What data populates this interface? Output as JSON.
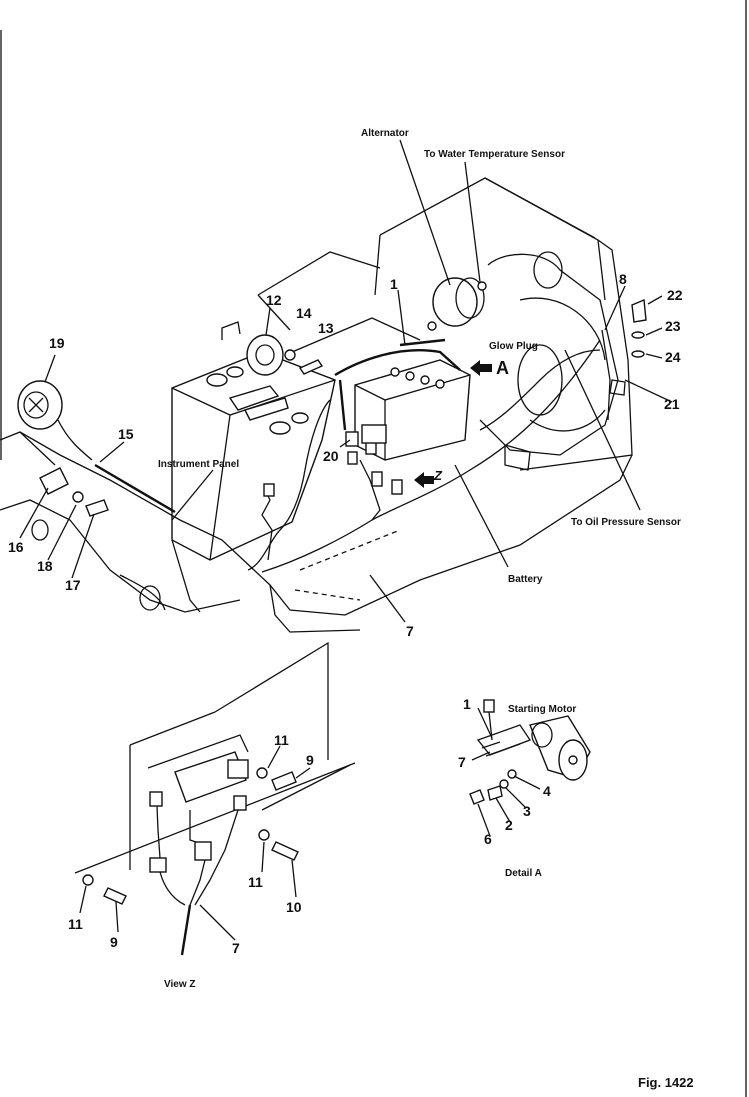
{
  "labels": {
    "alternator": "Alternator",
    "water_temp": "To Water Temperature Sensor",
    "glow_plug": "Glow Plug",
    "oil_pressure": "To Oil Pressure Sensor",
    "battery": "Battery",
    "instrument_panel": "Instrument Panel",
    "starting_motor": "Starting Motor",
    "detail_a": "Detail A",
    "view_z": "View Z",
    "figure": "Fig. 1422",
    "arrow_a": "A",
    "arrow_z": "Z"
  },
  "callouts": {
    "main": [
      "1",
      "8",
      "12",
      "14",
      "13",
      "19",
      "15",
      "16",
      "18",
      "17",
      "20",
      "7",
      "21",
      "22",
      "23",
      "24"
    ],
    "view_z": [
      "11",
      "9",
      "11",
      "10",
      "11",
      "9",
      "7"
    ],
    "detail_a": [
      "1",
      "7",
      "4",
      "3",
      "2",
      "6"
    ]
  }
}
